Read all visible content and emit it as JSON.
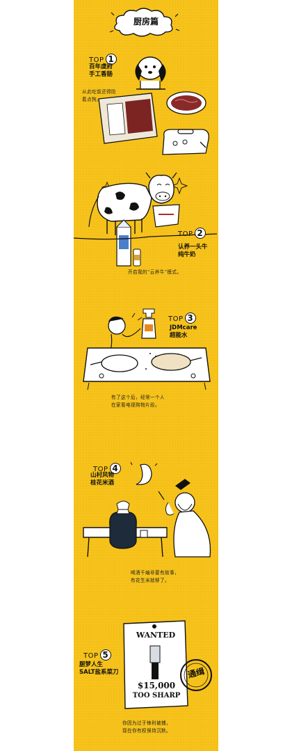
{
  "header": {
    "title": "厨房篇"
  },
  "items": [
    {
      "top_label": "TOP",
      "rank": "1",
      "title_lines": [
        "百年虔府",
        "手工香肠"
      ],
      "caption_lines": [
        "从此吃饭还得防",
        "着点狗。"
      ]
    },
    {
      "top_label": "TOP",
      "rank": "2",
      "title_lines": [
        "认养一头牛",
        "纯牛奶"
      ],
      "caption_lines": [
        "开启我的“云养牛”模式。"
      ]
    },
    {
      "top_label": "TOP",
      "rank": "3",
      "title_lines": [
        "JDMcare",
        "超能水"
      ],
      "caption_lines": [
        "有了这个后，经常一个人",
        "在家看电视购物片段。"
      ]
    },
    {
      "top_label": "TOP",
      "rank": "4",
      "title_lines": [
        "山村风物",
        "桂花米酒"
      ],
      "caption_lines": [
        "喝酒千编非要有故事，",
        "有花生米就够了。"
      ]
    },
    {
      "top_label": "TOP",
      "rank": "5",
      "title_lines": [
        "厨梦人生",
        "SALT盐系菜刀"
      ],
      "caption_lines": [
        "你因为过于锋利被捕，",
        "现在你有权保持沉默。"
      ]
    }
  ],
  "poster": {
    "wanted": "WANTED",
    "reward": "$15,000",
    "subtitle": "TOO SHARP",
    "stamp": "通缉"
  },
  "colors": {
    "strip": "#f7c31b",
    "ink": "#111111",
    "paper": "#ffffff",
    "outside": "#ffffff"
  }
}
